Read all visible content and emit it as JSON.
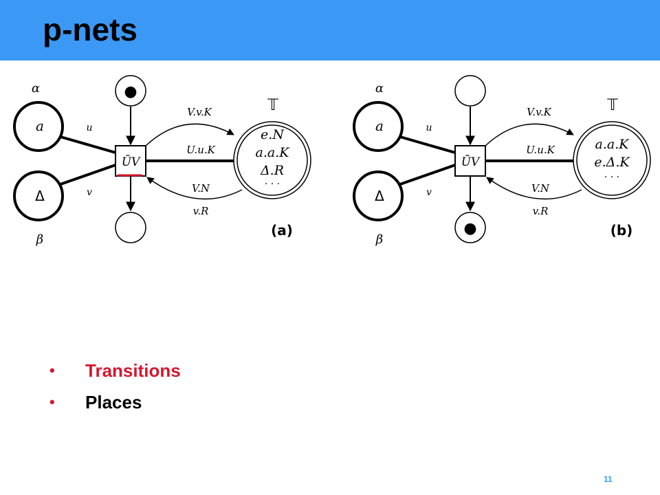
{
  "slide": {
    "title": "p-nets",
    "page_number": "11",
    "accent_color": "#3b99f5",
    "highlight_color": "#d6172f"
  },
  "bullets": [
    {
      "text": "Transitions",
      "color": "#d6172f"
    },
    {
      "text": "Places",
      "color": "#000000"
    }
  ],
  "diagram_a": {
    "place_top_label": "α",
    "place_top_content": "a",
    "place_bottom_label": "β",
    "place_bottom_content": "Δ",
    "arc_u": "u",
    "arc_v": "v",
    "transition_label": "ŪV",
    "token_in": "●",
    "token_out": "",
    "store_label": "𝕋",
    "edge_top": "V.v.K",
    "edge_mid": "U.u.K",
    "edge_ret": "V.N",
    "edge_ret2": "v.R",
    "store_line1": "e.N",
    "store_line2": "a.a.K",
    "store_line3": "Δ.R",
    "store_line4": "· · ·",
    "panel": "(a)"
  },
  "diagram_b": {
    "place_top_label": "α",
    "place_top_content": "a",
    "place_bottom_label": "β",
    "place_bottom_content": "Δ",
    "arc_u": "u",
    "arc_v": "v",
    "transition_label": "ŪV",
    "token_in": "",
    "token_out": "●",
    "store_label": "𝕋",
    "edge_top": "V.v.K",
    "edge_mid": "U.u.K",
    "edge_ret": "V.N",
    "edge_ret2": "v.R",
    "store_line1": "a.a.K",
    "store_line2": "e.Δ.K",
    "store_line3": "· · ·",
    "panel": "(b)"
  }
}
